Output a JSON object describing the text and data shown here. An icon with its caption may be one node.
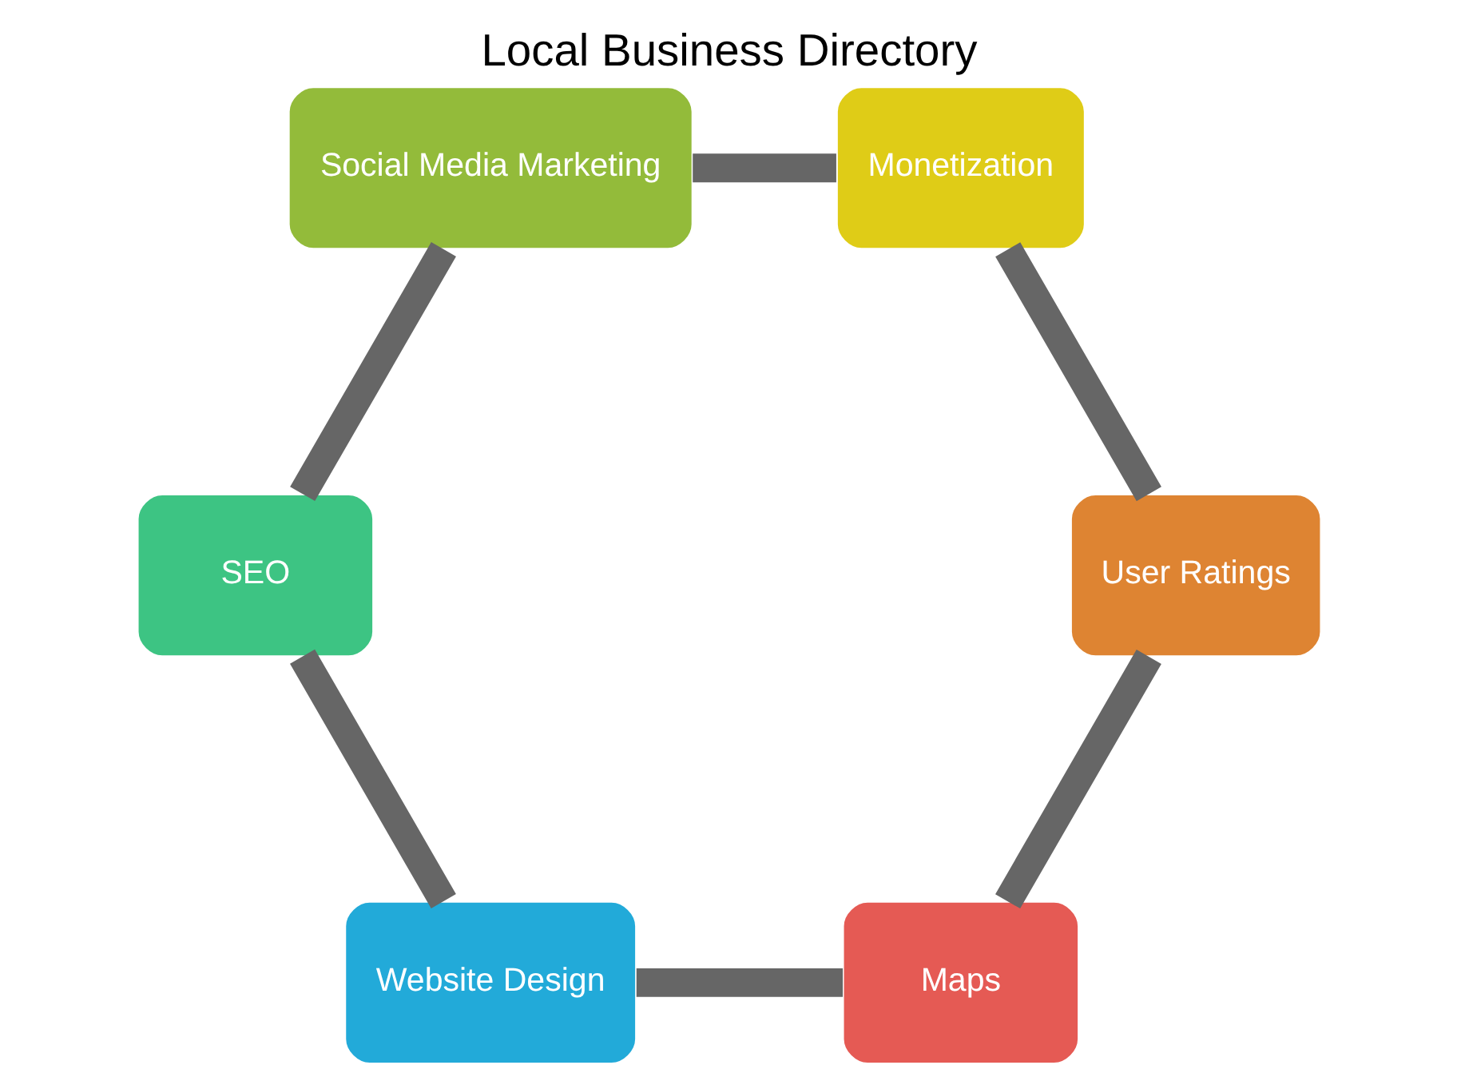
{
  "diagram": {
    "title": "Local Business Directory",
    "nodes": [
      {
        "text": [
          "Maps"
        ]
      },
      {
        "text": [
          "Website Design"
        ]
      },
      {
        "text": [
          "SEO"
        ]
      },
      {
        "text": [
          "Social Media Marketing"
        ]
      },
      {
        "text": [
          "Monetization"
        ]
      },
      {
        "text": [
          "User Ratings"
        ]
      }
    ],
    "edges": [
      {
        "from": 0,
        "to": 1,
        "arrow": "none"
      },
      {
        "from": 1,
        "to": 2,
        "arrow": "none"
      },
      {
        "from": 2,
        "to": 3,
        "arrow": "none"
      },
      {
        "from": 3,
        "to": 4,
        "arrow": "none"
      },
      {
        "from": 4,
        "to": 5,
        "arrow": "none"
      },
      {
        "from": 5,
        "to": 0,
        "arrow": "none"
      }
    ]
  }
}
